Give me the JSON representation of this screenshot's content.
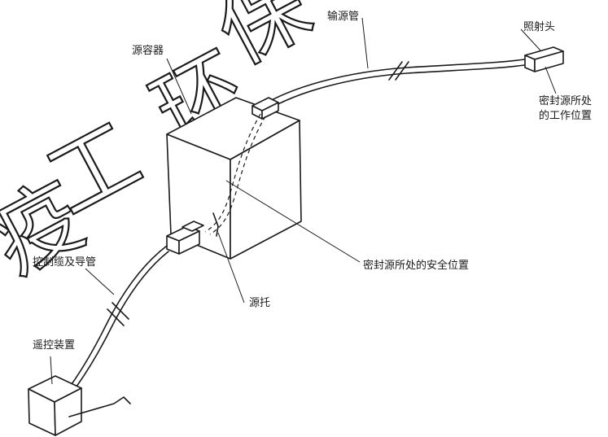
{
  "watermark": {
    "chars": [
      "疫",
      "工",
      "环",
      "保"
    ]
  },
  "labels": {
    "source_container": "源容器",
    "transport_tube": "输源管",
    "irradiation_head": "照射头",
    "working_position_line1": "密封源所处",
    "working_position_line2": "的工作位置",
    "safe_position": "密封源所处的安全位置",
    "source_holder": "源托",
    "control_cable": "控制缆及导管",
    "remote_control": "遥控装置"
  }
}
